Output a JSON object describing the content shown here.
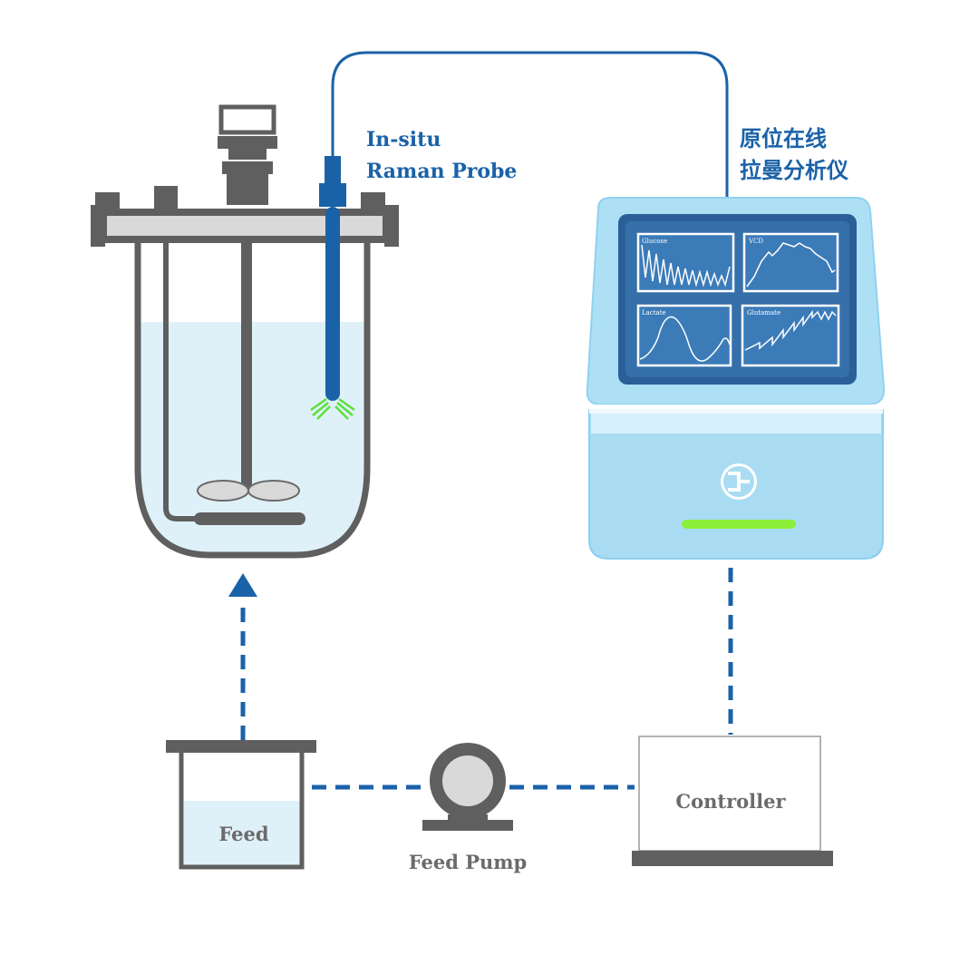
{
  "labels": {
    "probe_line1": "In-situ",
    "probe_line2": "Raman Probe",
    "analyzer_line1": "原位在线",
    "analyzer_line2": "拉曼分析仪",
    "feed": "Feed",
    "feed_pump": "Feed Pump",
    "controller": "Controller"
  },
  "screen_charts": [
    {
      "title": "Glucose"
    },
    {
      "title": "VCD"
    },
    {
      "title": "Lactate"
    },
    {
      "title": "Glutamate"
    }
  ],
  "colors": {
    "probe_blue": "#1a62a8",
    "vessel_gray": "#5f5f5f",
    "liquid": "#dff1f8",
    "analyzer_body": "#a9dcf3",
    "screen": "#2a5f98",
    "indicator_green": "#8cf03a"
  }
}
